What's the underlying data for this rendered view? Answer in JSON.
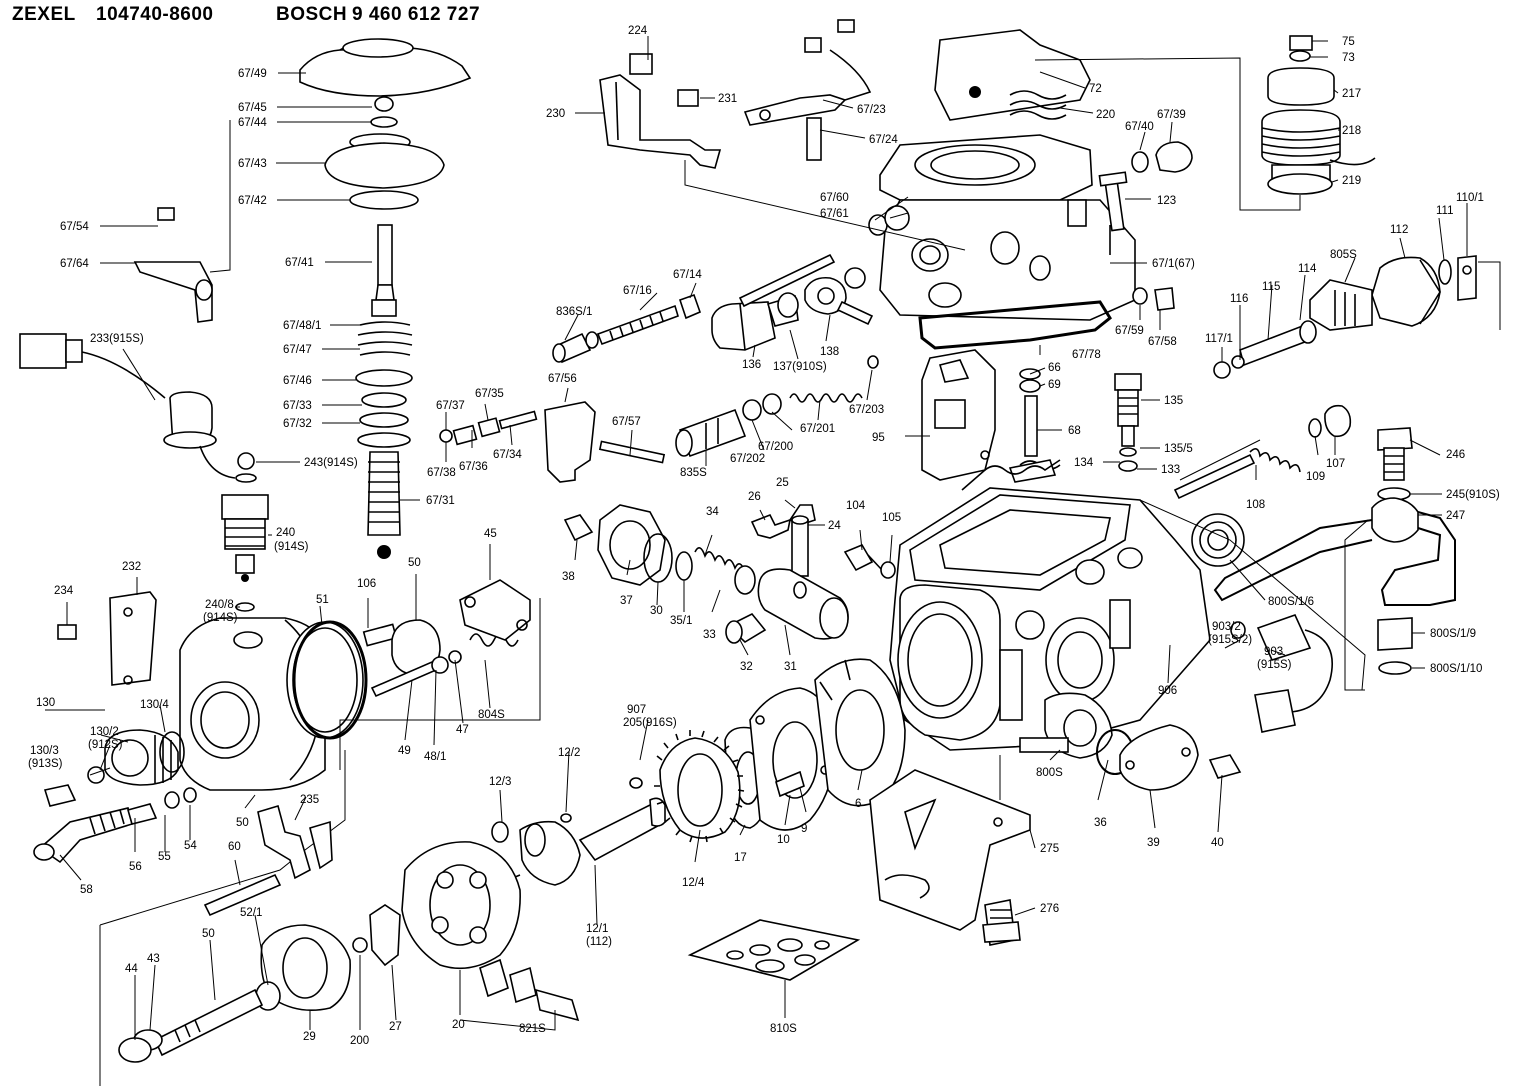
{
  "header": {
    "maker": "ZEXEL",
    "zexel_no": "104740-8600",
    "brand": "BOSCH",
    "bosch_no": "9 460 612 727"
  },
  "callouts": [
    {
      "id": "c-224",
      "text": "224"
    },
    {
      "id": "c-231",
      "text": "231"
    },
    {
      "id": "c-230",
      "text": "230"
    },
    {
      "id": "c-67-23",
      "text": "67/23"
    },
    {
      "id": "c-67-24",
      "text": "67/24"
    },
    {
      "id": "c-72",
      "text": "72"
    },
    {
      "id": "c-220",
      "text": "220"
    },
    {
      "id": "c-67-40",
      "text": "67/40"
    },
    {
      "id": "c-67-39",
      "text": "67/39"
    },
    {
      "id": "c-75",
      "text": "75"
    },
    {
      "id": "c-73",
      "text": "73"
    },
    {
      "id": "c-217",
      "text": "217"
    },
    {
      "id": "c-218",
      "text": "218"
    },
    {
      "id": "c-219",
      "text": "219"
    },
    {
      "id": "c-67-49",
      "text": "67/49"
    },
    {
      "id": "c-67-45",
      "text": "67/45"
    },
    {
      "id": "c-67-44",
      "text": "67/44"
    },
    {
      "id": "c-67-43",
      "text": "67/43"
    },
    {
      "id": "c-67-42",
      "text": "67/42"
    },
    {
      "id": "c-67-54",
      "text": "67/54"
    },
    {
      "id": "c-67-64",
      "text": "67/64"
    },
    {
      "id": "c-67-41",
      "text": "67/41"
    },
    {
      "id": "c-67-48-1",
      "text": "67/48/1"
    },
    {
      "id": "c-67-47",
      "text": "67/47"
    },
    {
      "id": "c-67-46",
      "text": "67/46"
    },
    {
      "id": "c-67-33",
      "text": "67/33"
    },
    {
      "id": "c-67-32",
      "text": "67/32"
    },
    {
      "id": "c-67-31",
      "text": "67/31"
    },
    {
      "id": "c-233",
      "text": "233(915S)"
    },
    {
      "id": "c-243",
      "text": "243(914S)"
    },
    {
      "id": "c-240",
      "text": "240"
    },
    {
      "id": "c-240b",
      "text": "(914S)"
    },
    {
      "id": "c-67-60",
      "text": "67/60"
    },
    {
      "id": "c-67-61",
      "text": "67/61"
    },
    {
      "id": "c-123",
      "text": "123"
    },
    {
      "id": "c-67-1",
      "text": "67/1(67)"
    },
    {
      "id": "c-67-14",
      "text": "67/14"
    },
    {
      "id": "c-67-16",
      "text": "67/16"
    },
    {
      "id": "c-836s1",
      "text": "836S/1"
    },
    {
      "id": "c-136",
      "text": "136"
    },
    {
      "id": "c-137",
      "text": "137(910S)"
    },
    {
      "id": "c-138",
      "text": "138"
    },
    {
      "id": "c-67-59",
      "text": "67/59"
    },
    {
      "id": "c-67-58",
      "text": "67/58"
    },
    {
      "id": "c-67-78",
      "text": "67/78"
    },
    {
      "id": "c-66",
      "text": "66"
    },
    {
      "id": "c-69",
      "text": "69"
    },
    {
      "id": "c-67-203",
      "text": "67/203"
    },
    {
      "id": "c-67-201",
      "text": "67/201"
    },
    {
      "id": "c-67-200",
      "text": "67/200"
    },
    {
      "id": "c-67-202",
      "text": "67/202"
    },
    {
      "id": "c-835s",
      "text": "835S"
    },
    {
      "id": "c-95",
      "text": "95"
    },
    {
      "id": "c-68",
      "text": "68"
    },
    {
      "id": "c-135",
      "text": "135"
    },
    {
      "id": "c-135-5",
      "text": "135/5"
    },
    {
      "id": "c-134",
      "text": "134"
    },
    {
      "id": "c-133",
      "text": "133"
    },
    {
      "id": "c-67-37",
      "text": "67/37"
    },
    {
      "id": "c-67-35",
      "text": "67/35"
    },
    {
      "id": "c-67-56",
      "text": "67/56"
    },
    {
      "id": "c-67-57",
      "text": "67/57"
    },
    {
      "id": "c-67-38",
      "text": "67/38"
    },
    {
      "id": "c-67-36",
      "text": "67/36"
    },
    {
      "id": "c-67-34",
      "text": "67/34"
    },
    {
      "id": "c-112",
      "text": "112"
    },
    {
      "id": "c-111",
      "text": "111"
    },
    {
      "id": "c-110-1",
      "text": "110/1"
    },
    {
      "id": "c-805s",
      "text": "805S"
    },
    {
      "id": "c-117-1",
      "text": "117/1"
    },
    {
      "id": "c-116",
      "text": "116"
    },
    {
      "id": "c-115",
      "text": "115"
    },
    {
      "id": "c-114",
      "text": "114"
    },
    {
      "id": "c-109",
      "text": "109"
    },
    {
      "id": "c-107",
      "text": "107"
    },
    {
      "id": "c-108",
      "text": "108"
    },
    {
      "id": "c-246",
      "text": "246"
    },
    {
      "id": "c-245",
      "text": "245(910S)"
    },
    {
      "id": "c-247",
      "text": "247"
    },
    {
      "id": "c-800s16",
      "text": "800S/1/6"
    },
    {
      "id": "c-800s19",
      "text": "800S/1/9"
    },
    {
      "id": "c-800s110",
      "text": "800S/1/10"
    },
    {
      "id": "c-903-2",
      "text": "903/2"
    },
    {
      "id": "c-915s2",
      "text": "(915S/2)"
    },
    {
      "id": "c-903",
      "text": "903"
    },
    {
      "id": "c-915s",
      "text": "(915S)"
    },
    {
      "id": "c-906",
      "text": "906"
    },
    {
      "id": "c-26",
      "text": "26"
    },
    {
      "id": "c-25",
      "text": "25"
    },
    {
      "id": "c-24",
      "text": "24"
    },
    {
      "id": "c-104",
      "text": "104"
    },
    {
      "id": "c-105",
      "text": "105"
    },
    {
      "id": "c-34",
      "text": "34"
    },
    {
      "id": "c-38",
      "text": "38"
    },
    {
      "id": "c-37",
      "text": "37"
    },
    {
      "id": "c-30",
      "text": "30"
    },
    {
      "id": "c-35-1",
      "text": "35/1"
    },
    {
      "id": "c-33",
      "text": "33"
    },
    {
      "id": "c-32",
      "text": "32"
    },
    {
      "id": "c-31",
      "text": "31"
    },
    {
      "id": "c-232",
      "text": "232"
    },
    {
      "id": "c-234",
      "text": "234"
    },
    {
      "id": "c-240-8",
      "text": "240/8"
    },
    {
      "id": "c-914s",
      "text": "(914S)"
    },
    {
      "id": "c-51",
      "text": "51"
    },
    {
      "id": "c-106",
      "text": "106"
    },
    {
      "id": "c-50a",
      "text": "50"
    },
    {
      "id": "c-45",
      "text": "45"
    },
    {
      "id": "c-49",
      "text": "49"
    },
    {
      "id": "c-48-1",
      "text": "48/1"
    },
    {
      "id": "c-47",
      "text": "47"
    },
    {
      "id": "c-804s",
      "text": "804S"
    },
    {
      "id": "c-130",
      "text": "130"
    },
    {
      "id": "c-130-4",
      "text": "130/4"
    },
    {
      "id": "c-130-2",
      "text": "130/2"
    },
    {
      "id": "c-912s",
      "text": "(912S)"
    },
    {
      "id": "c-130-3",
      "text": "130/3"
    },
    {
      "id": "c-913s",
      "text": "(913S)"
    },
    {
      "id": "c-907",
      "text": "907"
    },
    {
      "id": "c-205",
      "text": "205(916S)"
    },
    {
      "id": "c-12-2",
      "text": "12/2"
    },
    {
      "id": "c-12-3",
      "text": "12/3"
    },
    {
      "id": "c-12-4",
      "text": "12/4"
    },
    {
      "id": "c-17",
      "text": "17"
    },
    {
      "id": "c-10",
      "text": "10"
    },
    {
      "id": "c-9",
      "text": "9"
    },
    {
      "id": "c-6",
      "text": "6"
    },
    {
      "id": "c-800s",
      "text": "800S"
    },
    {
      "id": "c-36",
      "text": "36"
    },
    {
      "id": "c-39",
      "text": "39"
    },
    {
      "id": "c-40",
      "text": "40"
    },
    {
      "id": "c-275",
      "text": "275"
    },
    {
      "id": "c-276",
      "text": "276"
    },
    {
      "id": "c-235",
      "text": "235"
    },
    {
      "id": "c-50b",
      "text": "50"
    },
    {
      "id": "c-58",
      "text": "58"
    },
    {
      "id": "c-56",
      "text": "56"
    },
    {
      "id": "c-55",
      "text": "55"
    },
    {
      "id": "c-54",
      "text": "54"
    },
    {
      "id": "c-60",
      "text": "60"
    },
    {
      "id": "c-12-1",
      "text": "12/1"
    },
    {
      "id": "c-112b",
      "text": "(112)"
    },
    {
      "id": "c-52-1",
      "text": "52/1"
    },
    {
      "id": "c-50c",
      "text": "50"
    },
    {
      "id": "c-44",
      "text": "44"
    },
    {
      "id": "c-43",
      "text": "43"
    },
    {
      "id": "c-29",
      "text": "29"
    },
    {
      "id": "c-200",
      "text": "200"
    },
    {
      "id": "c-27",
      "text": "27"
    },
    {
      "id": "c-20",
      "text": "20"
    },
    {
      "id": "c-821s",
      "text": "821S"
    },
    {
      "id": "c-810s",
      "text": "810S"
    }
  ]
}
